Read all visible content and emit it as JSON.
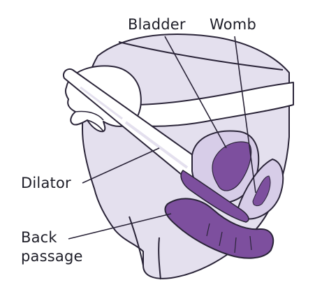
{
  "labels": {
    "bladder": "Bladder",
    "womb": "Womb",
    "dilator": "Dilator",
    "back_passage_line1": "Back",
    "back_passage_line2": "passage"
  },
  "colors": {
    "outline": "#2a2438",
    "body_fill": "#e4e0ee",
    "skin_fill": "#ffffff",
    "organ_lining": "#d7cde8",
    "organ_dark": "#7d4f9e",
    "background": "#ffffff"
  }
}
